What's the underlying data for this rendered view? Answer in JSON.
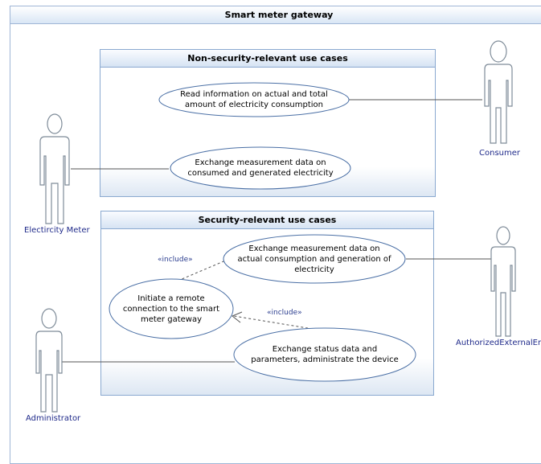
{
  "diagram": {
    "title": "Smart meter gateway",
    "packages": {
      "non_security": {
        "title": "Non-security-relevant use cases"
      },
      "security": {
        "title": "Security-relevant use cases"
      }
    },
    "use_cases": {
      "read_info": {
        "line1": "Read information on actual and total",
        "line2": "amount of electricity consumption",
        "line3": ""
      },
      "exchange_consumed": {
        "line1": "Exchange measurement data on",
        "line2": "consumed and generated electricity",
        "line3": ""
      },
      "exchange_actual": {
        "line1": "Exchange measurement data on",
        "line2": "actual consumption and generation of",
        "line3": "electricity"
      },
      "initiate_remote": {
        "line1": "Initiate a remote",
        "line2": "connection to the smart",
        "line3": "meter gateway"
      },
      "exchange_status": {
        "line1": "Exchange status data and",
        "line2": "parameters, administrate the device",
        "line3": ""
      }
    },
    "actors": {
      "consumer": "Consumer",
      "electricity_meter": "Electircity Meter",
      "authorized_external": "AuthorizedExternalEntity",
      "administrator": "Administrator"
    },
    "include_labels": [
      "«include»",
      "«include»"
    ]
  },
  "colors": {
    "frame_border": "#9fb6d6",
    "package_border": "#8aa9d0",
    "actor_label": "#1f2a8a",
    "line": "#555555"
  }
}
